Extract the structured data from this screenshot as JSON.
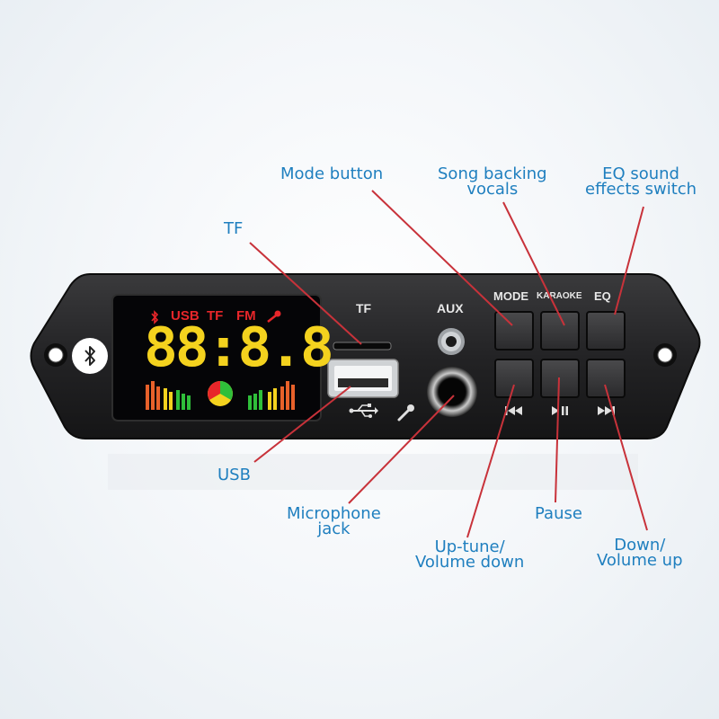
{
  "callouts": {
    "mode_button": "Mode button",
    "song_backing_vocals": [
      "Song backing",
      "vocals"
    ],
    "eq_switch": [
      "EQ sound",
      "effects switch"
    ],
    "tf": "TF",
    "usb": "USB",
    "microphone_jack": [
      "Microphone",
      "jack"
    ],
    "pause": "Pause",
    "up_tune": [
      "Up-tune/",
      "Volume down"
    ],
    "down_vol": [
      "Down/",
      "Volume up"
    ]
  },
  "panel": {
    "tf_label": "TF",
    "aux_label": "AUX",
    "mode_label": "MODE",
    "karaoke_label": "KARAOKE",
    "eq_label": "EQ",
    "display": {
      "usb": "USB",
      "tf": "TF",
      "fm": "FM",
      "digits": "88:8.8"
    }
  },
  "colors": {
    "callout_text": "#1f7fbf",
    "leader_line": "#c8323a",
    "panel_body": "#1c1c1e",
    "display_red": "#e8262a",
    "display_yellow": "#f4d21e"
  },
  "icons": [
    "bluetooth-icon",
    "usb-icon",
    "microphone-icon",
    "previous-icon",
    "play-pause-icon",
    "next-icon"
  ]
}
